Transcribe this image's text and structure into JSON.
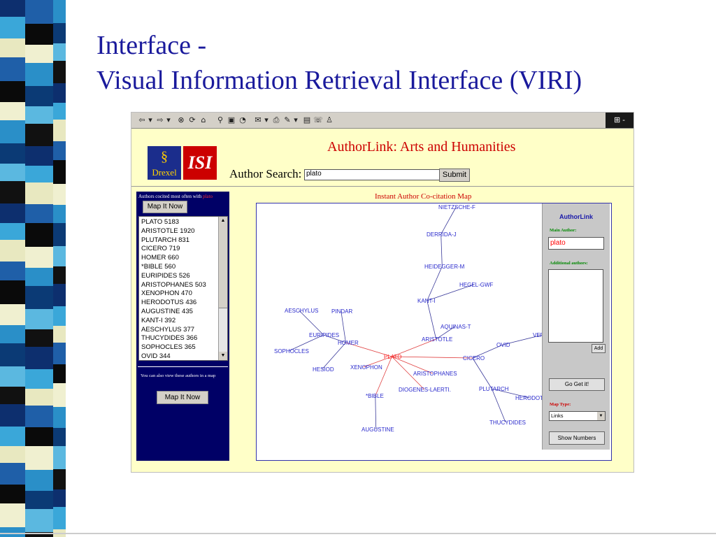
{
  "slide": {
    "title_line1": "Interface -",
    "title_line2": "Visual Information Retrieval Interface (VIRI)"
  },
  "toolbar": {
    "icons": [
      "back-icon",
      "forward-icon",
      "stop-icon",
      "refresh-icon",
      "home-icon",
      "search-icon",
      "favorites-icon",
      "history-icon",
      "mail-icon",
      "print-icon",
      "edit-icon",
      "discuss-icon",
      "messenger-icon"
    ]
  },
  "header": {
    "logo_drexel": "Drexel",
    "logo_isi": "ISI",
    "app_title": "AuthorLink: Arts and Humanities",
    "search_label": "Author Search:",
    "search_value": "plato",
    "submit_label": "Submit"
  },
  "left_panel": {
    "caption_prefix": "Authors cocited most often with",
    "caption_author": "plato",
    "map_button": "Map It Now",
    "authors": [
      "PLATO 5183",
      "ARISTOTLE 1920",
      "PLUTARCH 831",
      "CICERO 719",
      "HOMER 660",
      "*BIBLE 560",
      "EURIPIDES 526",
      "ARISTOPHANES 503",
      "XENOPHON 470",
      "HERODOTUS 436",
      "AUGUSTINE 435",
      "KANT-I 392",
      "AESCHYLUS 377",
      "THUCYDIDES 366",
      "SOPHOCLES 365",
      "OVID 344"
    ],
    "note": "You can also view these authors in a map",
    "map_button_2": "Map It Now"
  },
  "map": {
    "title": "Instant Author Co-citation Map",
    "nodes": [
      {
        "id": "nietzsche",
        "label": "NIETZSCHE-F"
      },
      {
        "id": "derrida",
        "label": "DERRIDA-J"
      },
      {
        "id": "heidegger",
        "label": "HEIDEGGER-M"
      },
      {
        "id": "hegel",
        "label": "HEGEL-GWF"
      },
      {
        "id": "kant",
        "label": "KANT-I"
      },
      {
        "id": "aquinas",
        "label": "AQUINAS-T"
      },
      {
        "id": "aristotle",
        "label": "ARISTOTLE"
      },
      {
        "id": "vergil",
        "label": "VERGIL"
      },
      {
        "id": "ovid",
        "label": "OVID"
      },
      {
        "id": "cicero",
        "label": "CICERO"
      },
      {
        "id": "plato",
        "label": "PLATO"
      },
      {
        "id": "aeschylus",
        "label": "AESCHYLUS"
      },
      {
        "id": "pindar",
        "label": "PINDAR"
      },
      {
        "id": "euripides",
        "label": "EURIPIDES"
      },
      {
        "id": "homer",
        "label": "HOMER"
      },
      {
        "id": "sophocles",
        "label": "SOPHOCLES"
      },
      {
        "id": "hesiod",
        "label": "HESIOD"
      },
      {
        "id": "xenophon",
        "label": "XENOPHON"
      },
      {
        "id": "aristophanes",
        "label": "ARISTOPHANES"
      },
      {
        "id": "diogenes",
        "label": "DIOGENES-LAERTI."
      },
      {
        "id": "bible",
        "label": "*BIBLE"
      },
      {
        "id": "augustine",
        "label": "AUGUSTINE"
      },
      {
        "id": "plutarch",
        "label": "PLUTARCH"
      },
      {
        "id": "herodotus",
        "label": "HERODOTUS"
      },
      {
        "id": "thucydides",
        "label": "THUCYDIDES"
      }
    ],
    "links": [
      [
        "nietzsche",
        "derrida"
      ],
      [
        "derrida",
        "heidegger"
      ],
      [
        "heidegger",
        "kant"
      ],
      [
        "hegel",
        "kant"
      ],
      [
        "kant",
        "aristotle"
      ],
      [
        "aquinas",
        "aristotle"
      ],
      [
        "aristotle",
        "plato"
      ],
      [
        "plato",
        "homer"
      ],
      [
        "homer",
        "euripides"
      ],
      [
        "homer",
        "pindar"
      ],
      [
        "homer",
        "hesiod"
      ],
      [
        "euripides",
        "aeschylus"
      ],
      [
        "euripides",
        "sophocles"
      ],
      [
        "plato",
        "xenophon"
      ],
      [
        "plato",
        "aristophanes"
      ],
      [
        "plato",
        "diogenes"
      ],
      [
        "plato",
        "bible"
      ],
      [
        "bible",
        "augustine"
      ],
      [
        "plato",
        "cicero"
      ],
      [
        "cicero",
        "ovid"
      ],
      [
        "ovid",
        "vergil"
      ],
      [
        "cicero",
        "plutarch"
      ],
      [
        "plutarch",
        "herodotus"
      ],
      [
        "plutarch",
        "thucydides"
      ]
    ],
    "center": "plato"
  },
  "right_panel": {
    "title": "AuthorLink",
    "main_author_label": "Main Author:",
    "main_author_value": "plato",
    "additional_label": "Additional authors:",
    "add_button": "Add",
    "go_button": "Go Get it!",
    "map_type_label": "Map Type:",
    "map_type_value": "Links",
    "show_numbers_button": "Show Numbers"
  },
  "colors": {
    "slide_title": "#1a1a9c",
    "app_title": "#cc0000",
    "node_text": "#2a2acc",
    "center_node": "#ff2020",
    "left_panel_bg": "#000066",
    "page_bg": "#ffffc8"
  }
}
